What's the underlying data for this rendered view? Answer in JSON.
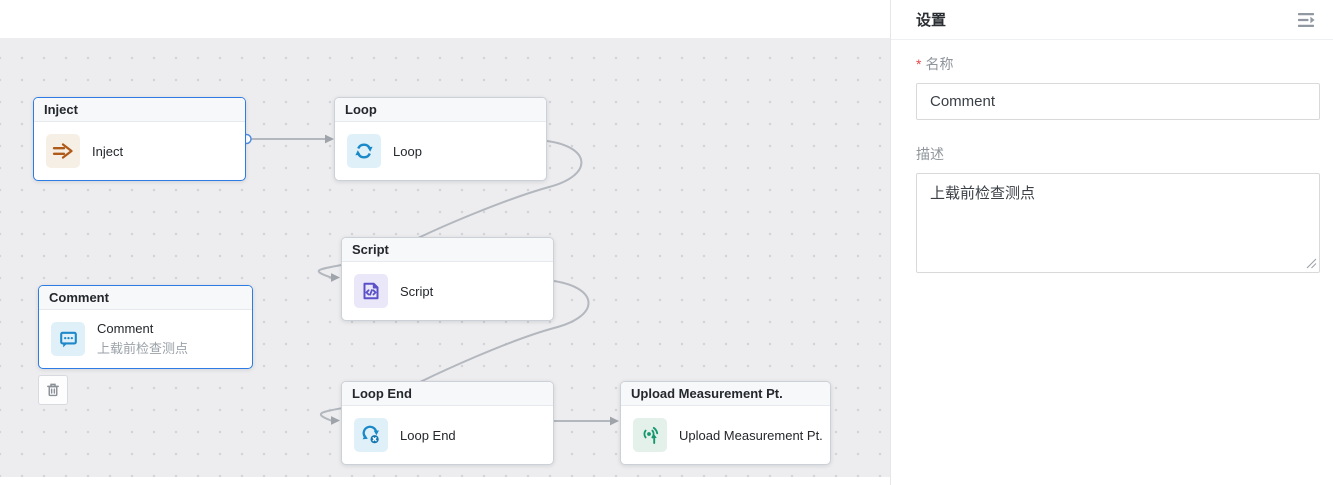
{
  "canvas": {
    "nodes": [
      {
        "header": "Inject",
        "label": "Inject",
        "icon": "inject-arrow-icon",
        "selected": true
      },
      {
        "header": "Loop",
        "label": "Loop",
        "icon": "loop-sync-icon",
        "selected": false
      },
      {
        "header": "Script",
        "label": "Script",
        "icon": "script-code-icon",
        "selected": false
      },
      {
        "header": "Comment",
        "label": "Comment",
        "sublabel": "上载前检查测点",
        "icon": "comment-bubble-icon",
        "selected": true
      },
      {
        "header": "Loop End",
        "label": "Loop End",
        "icon": "loop-end-icon",
        "selected": false
      },
      {
        "header": "Upload Measurement Pt.",
        "label": "Upload Measurement Pt.",
        "icon": "upload-signal-icon",
        "selected": false
      }
    ],
    "colors": {
      "selected_border": "#2e7be5",
      "edge": "#b3b7be",
      "inject_icon": "#b05a1a",
      "loop_icon": "#1a89c8",
      "script_icon": "#5b50c8",
      "comment_icon": "#1e88c9",
      "loop_end_icon": "#1a89c8",
      "upload_icon": "#17976e"
    }
  },
  "panel": {
    "title": "设置",
    "name_required_mark": "*",
    "name_label": "名称",
    "name_value": "Comment",
    "desc_label": "描述",
    "desc_value": "上载前检查测点"
  }
}
